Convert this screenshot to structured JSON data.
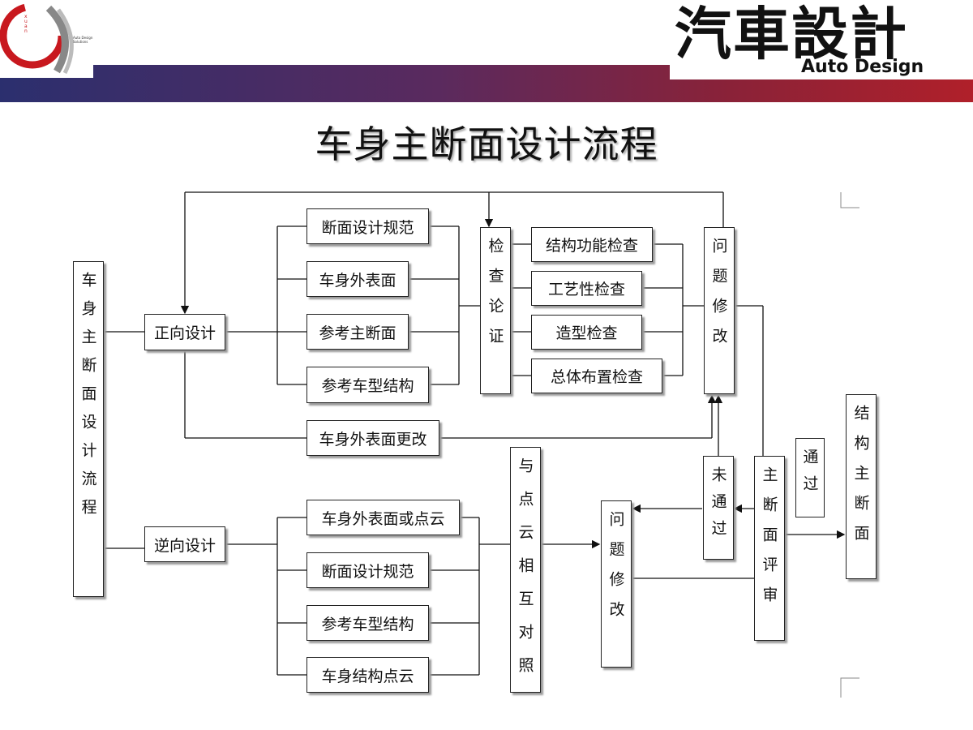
{
  "header": {
    "left_logo_text": "Auto Design Solutions",
    "left_logo_vertical": "xuan",
    "brand_cn": "汽車設計",
    "brand_en": "Auto Design"
  },
  "title": "车身主断面设计流程",
  "nodes": {
    "main": "车身主断面设计流程",
    "forward": "正向设计",
    "reverse": "逆向设计",
    "f1": "断面设计规范",
    "f2": "车身外表面",
    "f3": "参考主断面",
    "f4": "参考车型结构",
    "check": "检查论证",
    "c1": "结构功能检查",
    "c2": "工艺性检查",
    "c3": "造型检查",
    "c4": "总体布置检查",
    "issue1": "问题修改",
    "surface_change": "车身外表面更改",
    "r1": "车身外表面或点云",
    "r2": "断面设计规范",
    "r3": "参考车型结构",
    "r4": "车身结构点云",
    "compare": "与点云相互对照",
    "issue2": "问题修改",
    "notpass": "未通过",
    "review": "主断面评审",
    "pass": "通过",
    "result": "结构主断面"
  }
}
